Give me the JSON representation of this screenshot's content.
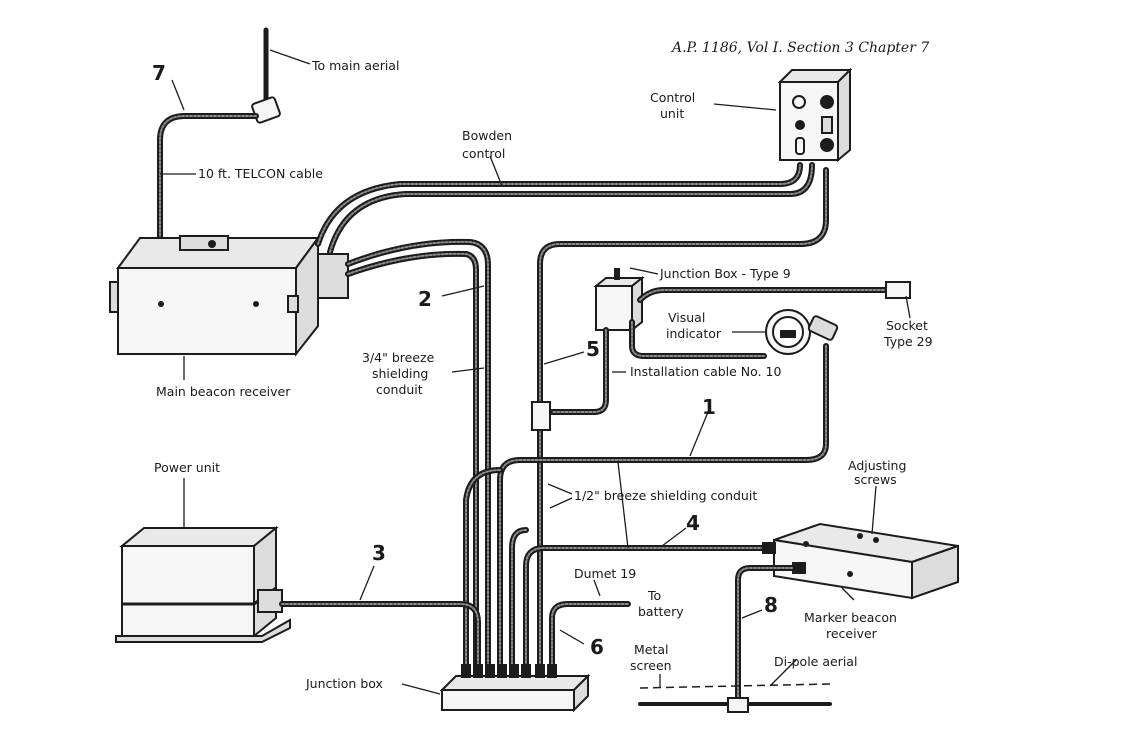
{
  "header": {
    "reference": "A.P. 1186, Vol I. Section 3  Chapter 7"
  },
  "labels": {
    "to_main_aerial": "To main aerial",
    "telcon_cable": "10 ft. TELCON cable",
    "bowden_control_1": "Bowden",
    "bowden_control_2": "control",
    "control_unit_1": "Control",
    "control_unit_2": "unit",
    "main_beacon_receiver": "Main beacon receiver",
    "junction_box_type9": "Junction Box - Type 9",
    "visual_indicator_1": "Visual",
    "visual_indicator_2": "indicator",
    "socket_1": "Socket",
    "socket_2": "Type 29",
    "installation_cable": "Installation cable No. 10",
    "breeze_34_1": "3/4\" breeze",
    "breeze_34_2": "shielding",
    "breeze_34_3": "conduit",
    "power_unit": "Power unit",
    "breeze_12": "1/2\" breeze shielding conduit",
    "adjusting_screws_1": "Adjusting",
    "adjusting_screws_2": "screws",
    "dumet": "Dumet 19",
    "to_battery_1": "To",
    "to_battery_2": "battery",
    "metal_screen_1": "Metal",
    "metal_screen_2": "screen",
    "marker_beacon_1": "Marker beacon",
    "marker_beacon_2": "receiver",
    "dipole_aerial": "Di-pole aerial",
    "junction_box": "Junction box"
  },
  "cable_numbers": {
    "n1": "1",
    "n2": "2",
    "n3": "3",
    "n4": "4",
    "n5": "5",
    "n6": "6",
    "n7": "7",
    "n8": "8"
  }
}
